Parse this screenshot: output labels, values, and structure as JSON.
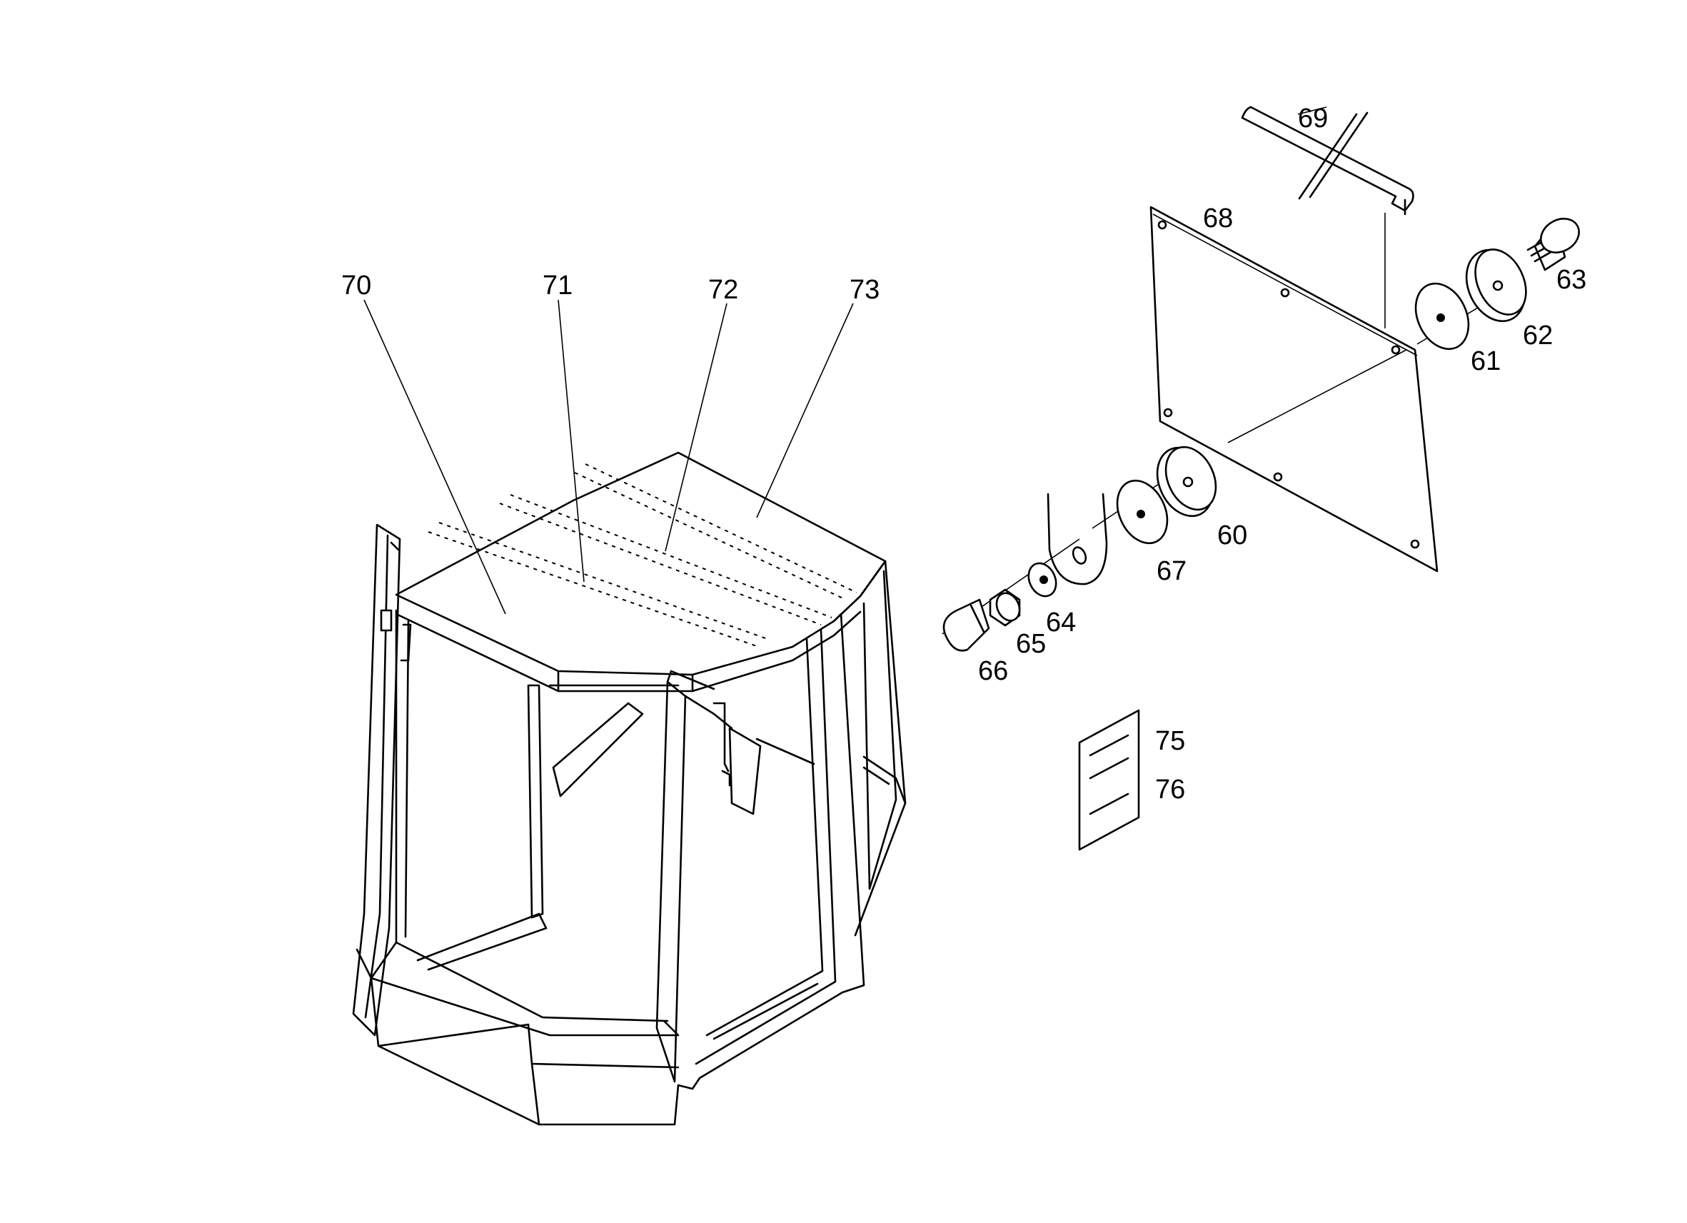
{
  "callouts": {
    "c60": "60",
    "c61": "61",
    "c62": "62",
    "c63": "63",
    "c64": "64",
    "c65": "65",
    "c66": "66",
    "c67": "67",
    "c68": "68",
    "c69": "69",
    "c70": "70",
    "c71": "71",
    "c72": "72",
    "c73": "73",
    "c75": "75",
    "c76": "76"
  }
}
